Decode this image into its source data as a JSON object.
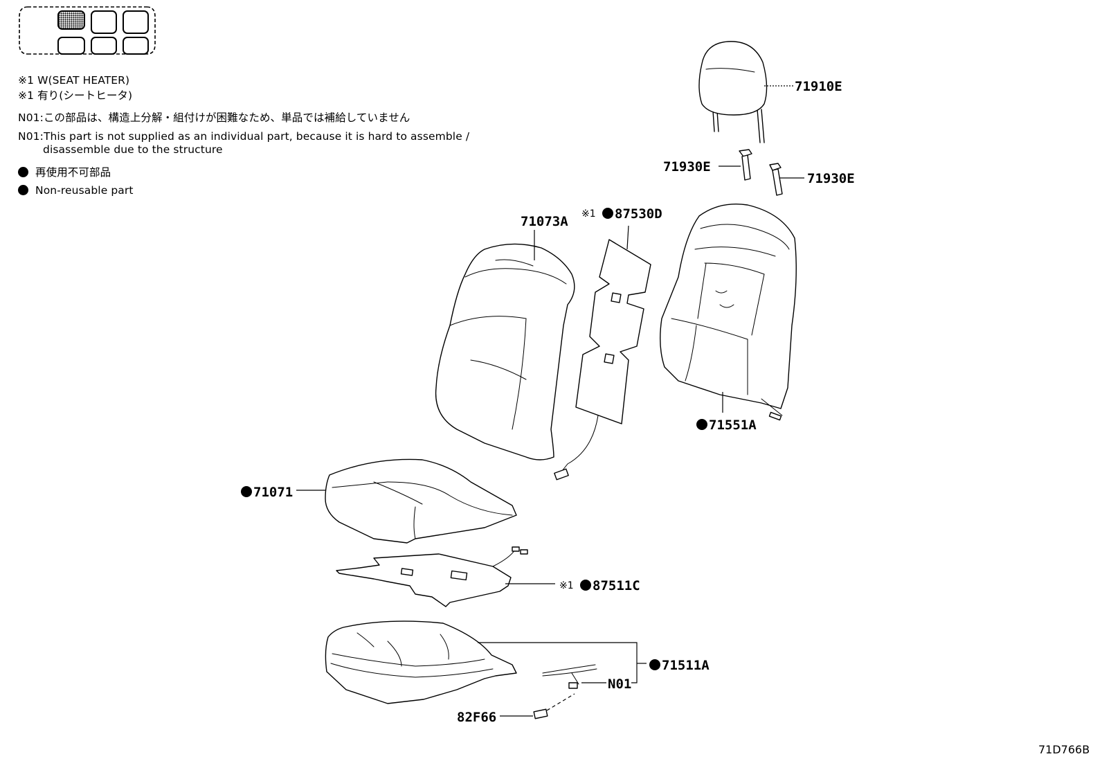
{
  "notes": {
    "heater_en": "※1 W(SEAT HEATER)",
    "heater_jp": "※1 有り(シートヒータ)",
    "n01_jp": "N01:この部品は、構造上分解・組付けが困難なため、単品では補給していません",
    "n01_en_line1": "N01:This part is not supplied as an individual part, because it is hard to assemble /",
    "n01_en_line2": "disassemble due to the structure",
    "nonreusable_jp": "再使用不可部品",
    "nonreusable_en": "Non-reusable part"
  },
  "parts": {
    "headrest": "71910E",
    "support_left": "71930E",
    "support_right": "71930E",
    "back_cover": "71073A",
    "back_heater_mark": "※1",
    "back_heater": "87530D",
    "back_pad": "71551A",
    "cushion_cover": "71071",
    "cushion_heater_mark": "※1",
    "cushion_heater": "87511C",
    "cushion_pad": "71511A",
    "n01": "N01",
    "connector": "82F66"
  },
  "diagram_id": "71D766B",
  "icons": [
    "seat-position-selector-icon",
    "non-reusable-dot-icon"
  ]
}
